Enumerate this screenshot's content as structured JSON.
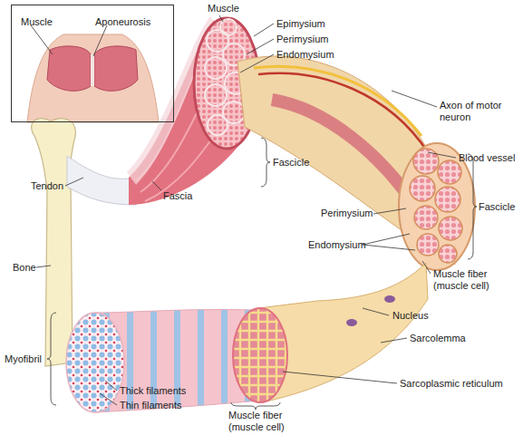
{
  "diagram": {
    "nodes": [
      {
        "text": [
          "Muscle",
          "Aponeurosis"
        ]
      }
    ],
    "labels": [
      "Muscle",
      "Epimysium",
      "Perimysium",
      "Endomysium",
      "Fascicle",
      "Axon of motor neuron",
      "Blood vessel",
      "Tendon",
      "Fascia",
      "Bone",
      "Fascicle",
      "Perimysium",
      "Endomysium",
      "Muscle fiber (muscle cell)",
      "Nucleus",
      "Sarcolemma",
      "Sarcoplasmic reticulum",
      "Myofibril",
      "Thick filaments",
      "Thin filaments",
      "Muscle fiber (muscle cell)"
    ]
  }
}
